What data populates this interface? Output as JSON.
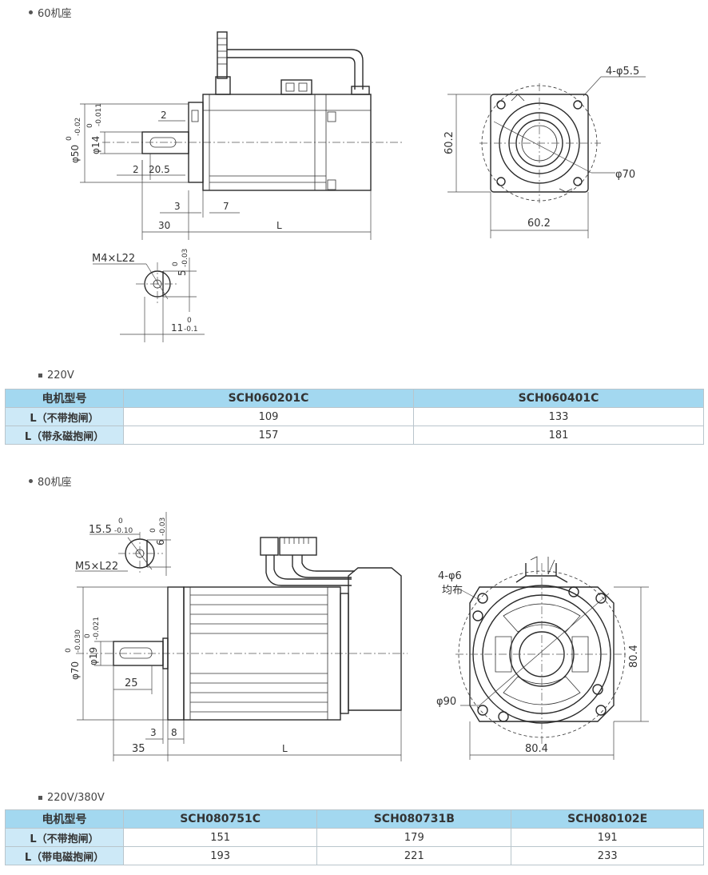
{
  "section1": {
    "title": "60机座",
    "front": {
      "dims": {
        "d50": "φ50",
        "d50_tol_up": "0",
        "d50_tol_low": "-0.02",
        "d14": "φ14",
        "d14_tol_up": "0",
        "d14_tol_low": "-0.011",
        "two_top": "2",
        "two_bottom": "2",
        "d20_5": "20.5",
        "three": "3",
        "seven": "7",
        "thirty": "30",
        "L": "L"
      }
    },
    "side": {
      "holes": "4-φ5.5",
      "height": "60.2",
      "width": "60.2",
      "circle": "φ70"
    },
    "shaft": {
      "thread": "M4×L22",
      "key": "5",
      "key_tol_up": "0",
      "key_tol_low": "-0.03",
      "depth": "11",
      "depth_tol_up": "0",
      "depth_tol_low": "-0.1"
    },
    "table": {
      "voltage": "220V",
      "header": [
        "电机型号",
        "SCH060201C",
        "SCH060401C"
      ],
      "rows": [
        [
          "L（不带抱闸）",
          "109",
          "133"
        ],
        [
          "L（带永磁抱闸）",
          "157",
          "181"
        ]
      ]
    }
  },
  "section2": {
    "title": "80机座",
    "shaft": {
      "dim": "15.5",
      "dim_tol_up": "0",
      "dim_tol_low": "-0.10",
      "key": "6",
      "key_tol_up": "0",
      "key_tol_low": "-0.03",
      "thread": "M5×L22"
    },
    "front": {
      "dims": {
        "d70": "φ70",
        "d70_tol_up": "0",
        "d70_tol_low": "-0.030",
        "d19": "φ19",
        "d19_tol_up": "0",
        "d19_tol_low": "-0.021",
        "d25": "25",
        "three": "3",
        "eight": "8",
        "thirtyfive": "35",
        "L": "L"
      }
    },
    "side": {
      "holes": "4-φ6",
      "holes_note": "均布",
      "circle": "φ90",
      "height": "80.4",
      "width": "80.4"
    },
    "table": {
      "voltage": "220V/380V",
      "header": [
        "电机型号",
        "SCH080751C",
        "SCH080731B",
        "SCH080102E"
      ],
      "rows": [
        [
          "L（不带抱闸）",
          "151",
          "179",
          "191"
        ],
        [
          "L（带电磁抱闸）",
          "193",
          "221",
          "233"
        ]
      ]
    }
  }
}
